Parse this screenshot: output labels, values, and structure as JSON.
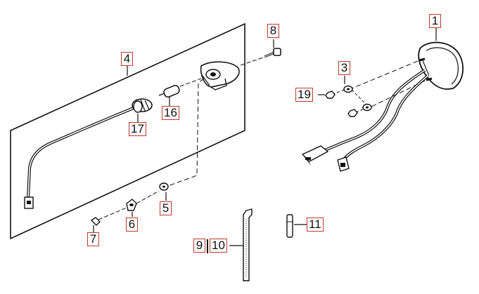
{
  "callouts": {
    "c1": "1",
    "c3": "3",
    "c4": "4",
    "c5": "5",
    "c6": "6",
    "c7": "7",
    "c8": "8",
    "c9": "9",
    "c10": "10",
    "c11": "11",
    "c16": "16",
    "c17": "17",
    "c19": "19"
  },
  "colors": {
    "line": "#111111",
    "callout_border": "#c0392b",
    "background": "#ffffff"
  }
}
